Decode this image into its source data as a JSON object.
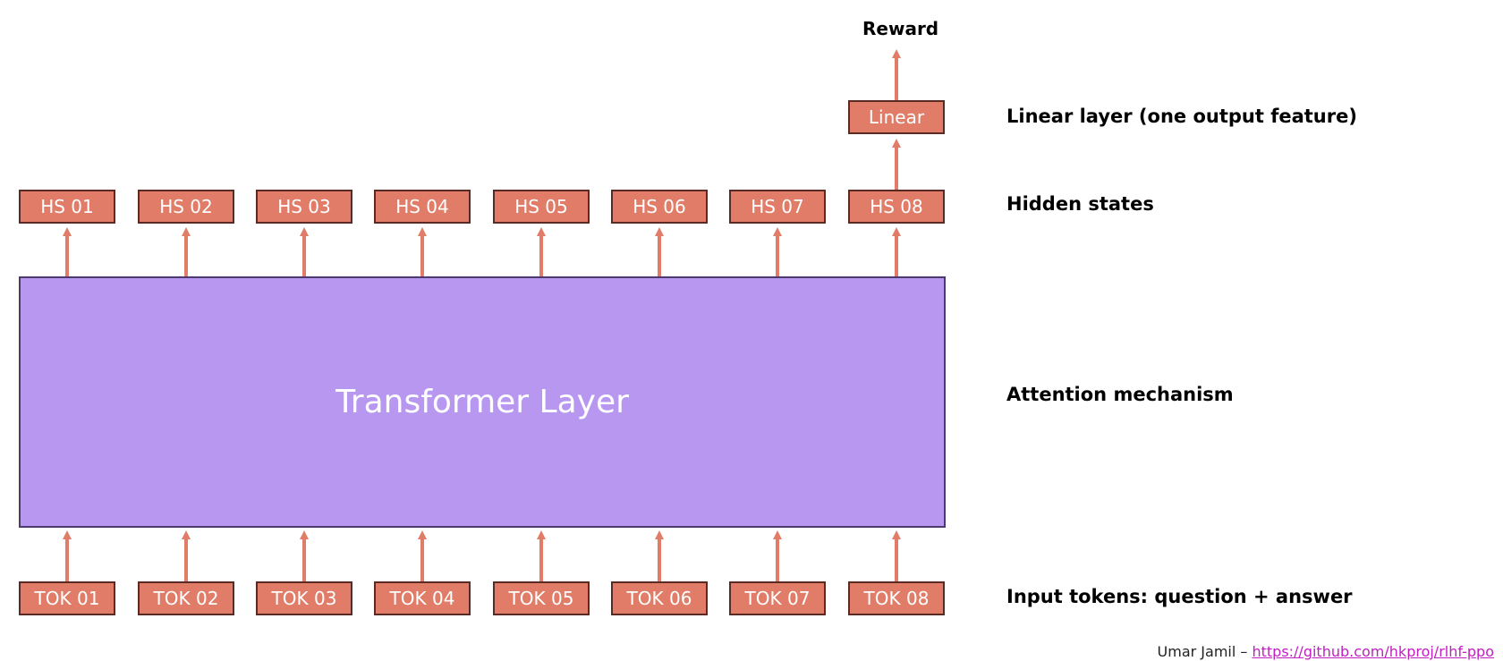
{
  "tokens": [
    "TOK 01",
    "TOK 02",
    "TOK 03",
    "TOK 04",
    "TOK 05",
    "TOK 06",
    "TOK 07",
    "TOK 08"
  ],
  "hidden_states": [
    "HS 01",
    "HS 02",
    "HS 03",
    "HS 04",
    "HS 05",
    "HS 06",
    "HS 07",
    "HS 08"
  ],
  "transformer_label": "Transformer Layer",
  "linear_label": "Linear",
  "reward_label": "Reward",
  "side_labels": {
    "linear": "Linear layer (one output feature)",
    "hidden": "Hidden states",
    "attention": "Attention mechanism",
    "input": "Input tokens: question + answer"
  },
  "credit": {
    "author": "Umar Jamil – ",
    "link": "https://github.com/hkproj/rlhf-ppo"
  },
  "colors": {
    "box_fill": "#e07c67",
    "transformer_fill": "#b797f0",
    "arrow": "#e07c67",
    "link": "#c020c0"
  }
}
